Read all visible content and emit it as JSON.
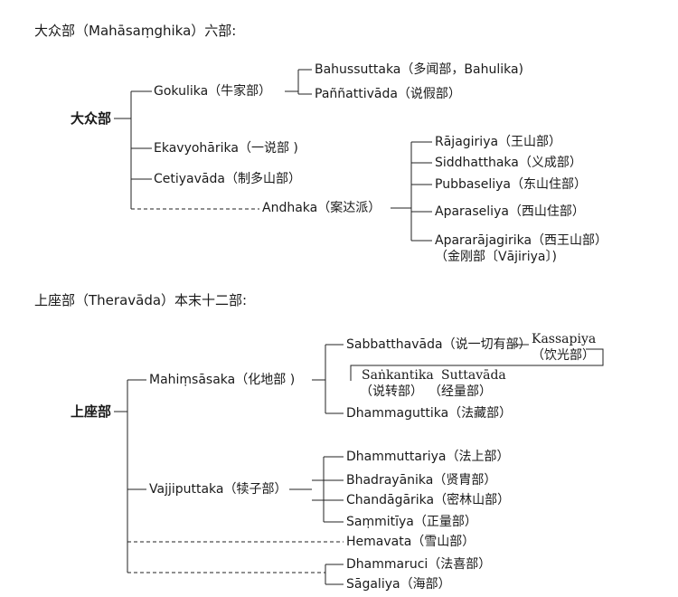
{
  "section1": {
    "heading": "大众部（Mahāsaṃghika）六部:",
    "root": "大众部",
    "gokulika": "Gokulika（牛家部）",
    "bahussuttaka": "Bahussuttaka（多闻部，Bahulika)",
    "pannattivada": "Paññattivāda（说假部）",
    "ekavyoharika": "Ekavyohārika（一说部 )",
    "cetiyavada": "Cetiyavāda（制多山部）",
    "andhaka": "Andhaka（案达派）",
    "rajagiriya": "Rājagiriya（王山部）",
    "siddhatthaka": "Siddhatthaka（义成部）",
    "pubbaseliya": "Pubbaseliya（东山住部）",
    "aparaseliya": "Aparaseliya（西山住部）",
    "apararajagirika": "Apararājagirika（西王山部）",
    "apararajagirika_2": "（金刚部〔Vājiriya〕)"
  },
  "section2": {
    "heading": "上座部（Theravāda）本末十二部:",
    "root": "上座部",
    "mahimsasaka": "Mahiṃsāsaka（化地部 )",
    "sabbatthavada": "Sabbatthavāda（说一切有部）",
    "kassapiya": "Kassapiya",
    "kassapiya_cn": "（饮光部）",
    "sankantika": "Saṅkantika",
    "sankantika_cn": "（说转部）",
    "suttavada": "Suttavāda",
    "suttavada_cn": "（经量部）",
    "dhammaguttika": "Dhammaguttika（法藏部）",
    "vajjiputtaka": "Vajjiputtaka（犊子部）",
    "dhammuttariya": "Dhammuttariya（法上部）",
    "bhadrayanika": "Bhadrayānika（贤胄部）",
    "chandagarika": "Chandāgārika（密林山部）",
    "sammitiya": "Saṃmitīya（正量部）",
    "hemavata": "Hemavata（雪山部）",
    "dhammaruci": "Dhammaruci（法喜部）",
    "sagaliya": "Sāgaliya（海部）"
  }
}
